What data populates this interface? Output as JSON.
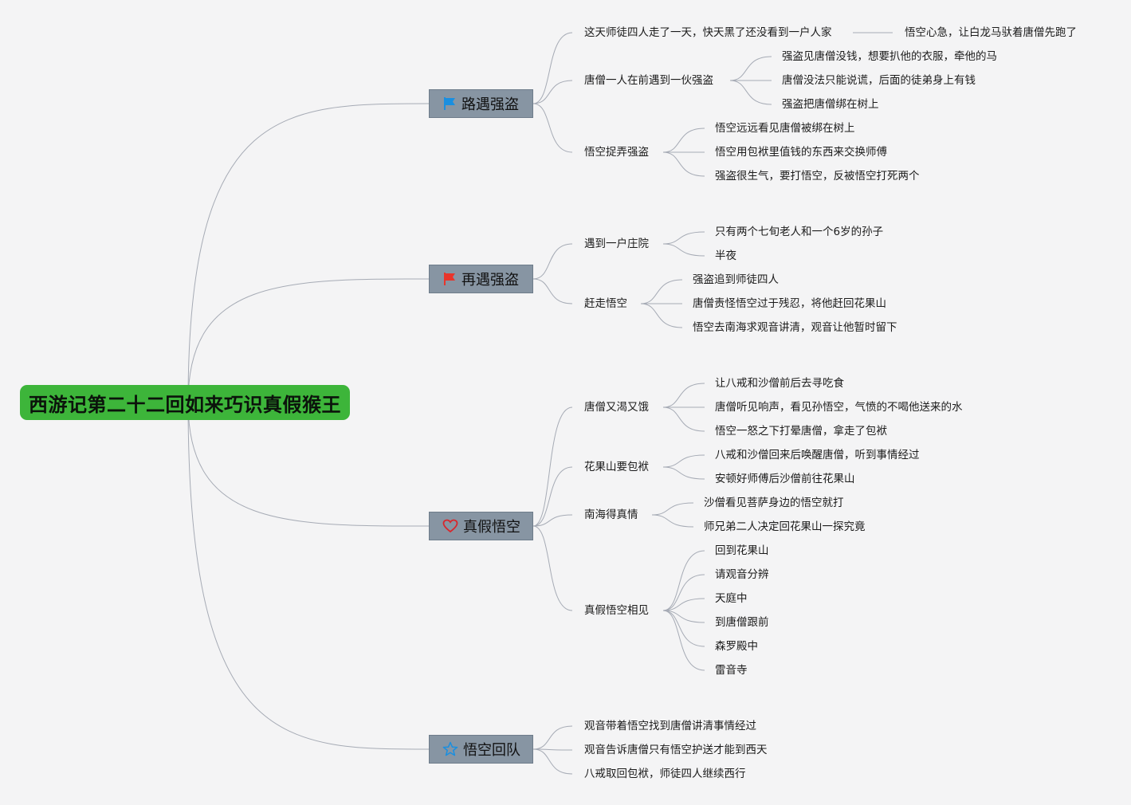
{
  "root": {
    "title": "西游记第二十二回如来巧识真假猴王"
  },
  "branches": [
    {
      "label": "路遇强盗",
      "icon": "blue-flag-icon",
      "icon_color": "#1a8fe0",
      "subs": [
        {
          "label": "这天师徒四人走了一天，快天黑了还没看到一户人家",
          "leaves": [
            "悟空心急，让白龙马驮着唐僧先跑了"
          ]
        },
        {
          "label": "唐僧一人在前遇到一伙强盗",
          "leaves": [
            "强盗见唐僧没钱，想要扒他的衣服，牵他的马",
            "唐僧没法只能说谎，后面的徒弟身上有钱",
            "强盗把唐僧绑在树上"
          ]
        },
        {
          "label": "悟空捉弄强盗",
          "leaves": [
            "悟空远远看见唐僧被绑在树上",
            "悟空用包袱里值钱的东西来交换师傅",
            "强盗很生气，要打悟空，反被悟空打死两个"
          ]
        }
      ]
    },
    {
      "label": "再遇强盗",
      "icon": "red-flag-icon",
      "icon_color": "#e8352b",
      "subs": [
        {
          "label": "遇到一户庄院",
          "leaves": [
            "只有两个七旬老人和一个6岁的孙子",
            "半夜"
          ]
        },
        {
          "label": "赶走悟空",
          "leaves": [
            "强盗追到师徒四人",
            "唐僧责怪悟空过于残忍，将他赶回花果山",
            "悟空去南海求观音讲清，观音让他暂时留下"
          ]
        }
      ]
    },
    {
      "label": "真假悟空",
      "icon": "heart-icon",
      "icon_color": "#d9262b",
      "subs": [
        {
          "label": "唐僧又渴又饿",
          "leaves": [
            "让八戒和沙僧前后去寻吃食",
            "唐僧听见响声，看见孙悟空，气愤的不喝他送来的水",
            "悟空一怒之下打晕唐僧，拿走了包袱"
          ]
        },
        {
          "label": "花果山要包袱",
          "leaves": [
            "八戒和沙僧回来后唤醒唐僧，听到事情经过",
            "安顿好师傅后沙僧前往花果山"
          ]
        },
        {
          "label": "南海得真情",
          "leaves": [
            "沙僧看见菩萨身边的悟空就打",
            "师兄弟二人决定回花果山一探究竟"
          ]
        },
        {
          "label": "真假悟空相见",
          "leaves": [
            "回到花果山",
            "请观音分辨",
            "天庭中",
            "到唐僧跟前",
            "森罗殿中",
            "雷音寺"
          ]
        }
      ]
    },
    {
      "label": "悟空回队",
      "icon": "star-icon",
      "icon_color": "#1a8fe0",
      "subs": [
        {
          "label": "观音带着悟空找到唐僧讲清事情经过",
          "leaves": []
        },
        {
          "label": "观音告诉唐僧只有悟空护送才能到西天",
          "leaves": []
        },
        {
          "label": "八戒取回包袱，师徒四人继续西行",
          "leaves": []
        }
      ]
    }
  ]
}
